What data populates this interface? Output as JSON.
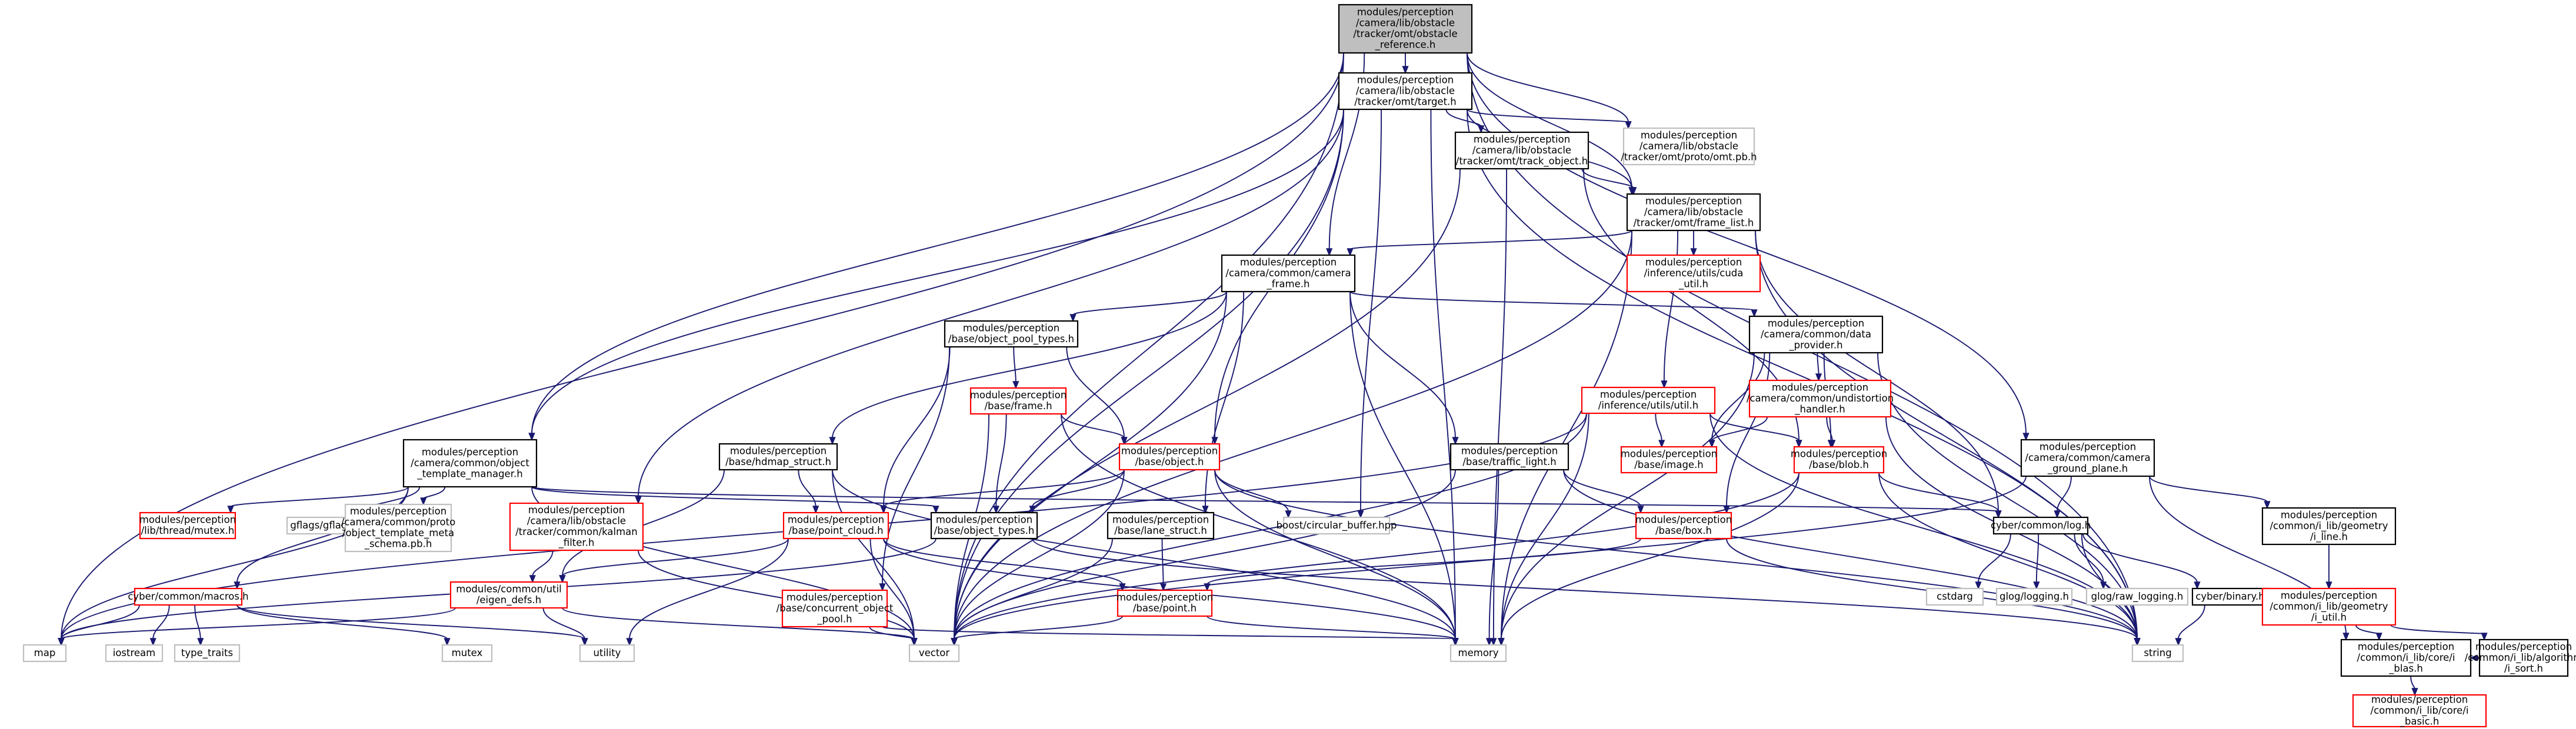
{
  "nodes": [
    {
      "id": "ref",
      "lines": [
        "modules/perception",
        "/camera/lib/obstacle",
        "/tracker/omt/obstacle",
        "_reference.h"
      ],
      "style": "root"
    },
    {
      "id": "target",
      "lines": [
        "modules/perception",
        "/camera/lib/obstacle",
        "/tracker/omt/target.h"
      ],
      "style": "normal"
    },
    {
      "id": "omtpb",
      "lines": [
        "modules/perception",
        "/camera/lib/obstacle",
        "/tracker/omt/proto/omt.pb.h"
      ],
      "style": "gray"
    },
    {
      "id": "trackobj",
      "lines": [
        "modules/perception",
        "/camera/lib/obstacle",
        "/tracker/omt/track_object.h"
      ],
      "style": "normal"
    },
    {
      "id": "framelist",
      "lines": [
        "modules/perception",
        "/camera/lib/obstacle",
        "/tracker/omt/frame_list.h"
      ],
      "style": "normal"
    },
    {
      "id": "cudautil",
      "lines": [
        "modules/perception",
        "/inference/utils/cuda",
        "_util.h"
      ],
      "style": "red"
    },
    {
      "id": "camframe",
      "lines": [
        "modules/perception",
        "/camera/common/camera",
        "_frame.h"
      ],
      "style": "normal"
    },
    {
      "id": "objpool",
      "lines": [
        "modules/perception",
        "/base/object_pool_types.h"
      ],
      "style": "normal"
    },
    {
      "id": "dataprov",
      "lines": [
        "modules/perception",
        "/camera/common/data",
        "_provider.h"
      ],
      "style": "normal"
    },
    {
      "id": "undist",
      "lines": [
        "modules/perception",
        "/camera/common/undistortion",
        "_handler.h"
      ],
      "style": "red"
    },
    {
      "id": "infutil",
      "lines": [
        "modules/perception",
        "/inference/utils/util.h"
      ],
      "style": "red"
    },
    {
      "id": "frame",
      "lines": [
        "modules/perception",
        "/base/frame.h"
      ],
      "style": "red"
    },
    {
      "id": "objtmpl",
      "lines": [
        "modules/perception",
        "/camera/common/object",
        "_template_manager.h"
      ],
      "style": "normal"
    },
    {
      "id": "hdmap",
      "lines": [
        "modules/perception",
        "/base/hdmap_struct.h"
      ],
      "style": "normal"
    },
    {
      "id": "object",
      "lines": [
        "modules/perception",
        "/base/object.h"
      ],
      "style": "red"
    },
    {
      "id": "traffic",
      "lines": [
        "modules/perception",
        "/base/traffic_light.h"
      ],
      "style": "normal"
    },
    {
      "id": "image",
      "lines": [
        "modules/perception",
        "/base/image.h"
      ],
      "style": "red"
    },
    {
      "id": "blob",
      "lines": [
        "modules/perception",
        "/base/blob.h"
      ],
      "style": "red"
    },
    {
      "id": "groundplane",
      "lines": [
        "modules/perception",
        "/camera/common/camera",
        "_ground_plane.h"
      ],
      "style": "normal"
    },
    {
      "id": "mutexh",
      "lines": [
        "modules/perception",
        "/lib/thread/mutex.h"
      ],
      "style": "red"
    },
    {
      "id": "gflags",
      "lines": [
        "gflags/gflags.h"
      ],
      "style": "gray"
    },
    {
      "id": "tmplpb",
      "lines": [
        "modules/perception",
        "/camera/common/proto",
        "/object_template_meta",
        "_schema.pb.h"
      ],
      "style": "gray"
    },
    {
      "id": "kalman",
      "lines": [
        "modules/perception",
        "/camera/lib/obstacle",
        "/tracker/common/kalman",
        "_filter.h"
      ],
      "style": "red"
    },
    {
      "id": "pointcloud",
      "lines": [
        "modules/perception",
        "/base/point_cloud.h"
      ],
      "style": "red"
    },
    {
      "id": "objtypes",
      "lines": [
        "modules/perception",
        "/base/object_types.h"
      ],
      "style": "normal"
    },
    {
      "id": "circbuf",
      "lines": [
        "boost/circular_buffer.hpp"
      ],
      "style": "gray"
    },
    {
      "id": "lanestruct",
      "lines": [
        "modules/perception",
        "/base/lane_struct.h"
      ],
      "style": "normal"
    },
    {
      "id": "box",
      "lines": [
        "modules/perception",
        "/base/box.h"
      ],
      "style": "red"
    },
    {
      "id": "log",
      "lines": [
        "cyber/common/log.h"
      ],
      "style": "normal"
    },
    {
      "id": "lineh",
      "lines": [
        "modules/perception",
        "/common/i_lib/geometry",
        "/i_line.h"
      ],
      "style": "normal"
    },
    {
      "id": "macros",
      "lines": [
        "cyber/common/macros.h"
      ],
      "style": "red"
    },
    {
      "id": "eigendefs",
      "lines": [
        "modules/common/util",
        "/eigen_defs.h"
      ],
      "style": "red"
    },
    {
      "id": "concobj",
      "lines": [
        "modules/perception",
        "/base/concurrent_object",
        "_pool.h"
      ],
      "style": "red"
    },
    {
      "id": "point",
      "lines": [
        "modules/perception",
        "/base/point.h"
      ],
      "style": "red"
    },
    {
      "id": "cstdarg",
      "lines": [
        "cstdarg"
      ],
      "style": "gray"
    },
    {
      "id": "glog",
      "lines": [
        "glog/logging.h"
      ],
      "style": "gray"
    },
    {
      "id": "rawlog",
      "lines": [
        "glog/raw_logging.h"
      ],
      "style": "gray"
    },
    {
      "id": "binary",
      "lines": [
        "cyber/binary.h"
      ],
      "style": "normal"
    },
    {
      "id": "iutil",
      "lines": [
        "modules/perception",
        "/common/i_lib/geometry",
        "/i_util.h"
      ],
      "style": "red"
    },
    {
      "id": "map",
      "lines": [
        "map"
      ],
      "style": "gray"
    },
    {
      "id": "iostream",
      "lines": [
        "iostream"
      ],
      "style": "gray"
    },
    {
      "id": "typetraits",
      "lines": [
        "type_traits"
      ],
      "style": "gray"
    },
    {
      "id": "mutex",
      "lines": [
        "mutex"
      ],
      "style": "gray"
    },
    {
      "id": "utility",
      "lines": [
        "utility"
      ],
      "style": "gray"
    },
    {
      "id": "vector",
      "lines": [
        "vector"
      ],
      "style": "gray"
    },
    {
      "id": "memory",
      "lines": [
        "memory"
      ],
      "style": "gray"
    },
    {
      "id": "string",
      "lines": [
        "string"
      ],
      "style": "gray"
    },
    {
      "id": "iblas",
      "lines": [
        "modules/perception",
        "/common/i_lib/core/i",
        "_blas.h"
      ],
      "style": "normal"
    },
    {
      "id": "isort",
      "lines": [
        "modules/perception",
        "/common/i_lib/algorithm",
        "/i_sort.h"
      ],
      "style": "normal"
    },
    {
      "id": "ibasic",
      "lines": [
        "modules/perception",
        "/common/i_lib/core/i",
        "_basic.h"
      ],
      "style": "red"
    }
  ],
  "edges": [
    [
      "ref",
      "target"
    ],
    [
      "ref",
      "omtpb"
    ],
    [
      "ref",
      "framelist"
    ],
    [
      "ref",
      "camframe"
    ],
    [
      "ref",
      "objtmpl"
    ],
    [
      "ref",
      "groundplane"
    ],
    [
      "ref",
      "map"
    ],
    [
      "ref",
      "vector"
    ],
    [
      "ref",
      "string"
    ],
    [
      "target",
      "omtpb"
    ],
    [
      "target",
      "trackobj"
    ],
    [
      "target",
      "framelist"
    ],
    [
      "target",
      "objtmpl"
    ],
    [
      "target",
      "kalman"
    ],
    [
      "target",
      "object"
    ],
    [
      "target",
      "circbuf"
    ],
    [
      "target",
      "vector"
    ],
    [
      "target",
      "memory"
    ],
    [
      "target",
      "string"
    ],
    [
      "trackobj",
      "framelist"
    ],
    [
      "trackobj",
      "blob"
    ],
    [
      "trackobj",
      "vector"
    ],
    [
      "trackobj",
      "memory"
    ],
    [
      "framelist",
      "cudautil"
    ],
    [
      "framelist",
      "camframe"
    ],
    [
      "framelist",
      "infutil"
    ],
    [
      "framelist",
      "log"
    ],
    [
      "framelist",
      "vector"
    ],
    [
      "framelist",
      "memory"
    ],
    [
      "framelist",
      "string"
    ],
    [
      "camframe",
      "objpool"
    ],
    [
      "camframe",
      "dataprov"
    ],
    [
      "camframe",
      "hdmap"
    ],
    [
      "camframe",
      "traffic"
    ],
    [
      "camframe",
      "lanestruct"
    ],
    [
      "camframe",
      "vector"
    ],
    [
      "camframe",
      "memory"
    ],
    [
      "objpool",
      "frame"
    ],
    [
      "objpool",
      "object"
    ],
    [
      "objpool",
      "pointcloud"
    ],
    [
      "objpool",
      "concobj"
    ],
    [
      "dataprov",
      "undist"
    ],
    [
      "dataprov",
      "image"
    ],
    [
      "dataprov",
      "blob"
    ],
    [
      "dataprov",
      "box"
    ],
    [
      "dataprov",
      "memory"
    ],
    [
      "dataprov",
      "string"
    ],
    [
      "undist",
      "image"
    ],
    [
      "undist",
      "blob"
    ],
    [
      "undist",
      "string"
    ],
    [
      "infutil",
      "image"
    ],
    [
      "infutil",
      "blob"
    ],
    [
      "infutil",
      "map"
    ],
    [
      "infutil",
      "vector"
    ],
    [
      "infutil",
      "memory"
    ],
    [
      "infutil",
      "string"
    ],
    [
      "frame",
      "object"
    ],
    [
      "frame",
      "objtypes"
    ],
    [
      "frame",
      "vector"
    ],
    [
      "frame",
      "memory"
    ],
    [
      "objtmpl",
      "mutexh"
    ],
    [
      "objtmpl",
      "gflags"
    ],
    [
      "objtmpl",
      "tmplpb"
    ],
    [
      "objtmpl",
      "macros"
    ],
    [
      "objtmpl",
      "objtypes"
    ],
    [
      "objtmpl",
      "log"
    ],
    [
      "objtmpl",
      "map"
    ],
    [
      "objtmpl",
      "vector"
    ],
    [
      "hdmap",
      "pointcloud"
    ],
    [
      "hdmap",
      "eigendefs"
    ],
    [
      "hdmap",
      "vector"
    ],
    [
      "hdmap",
      "memory"
    ],
    [
      "object",
      "pointcloud"
    ],
    [
      "object",
      "objtypes"
    ],
    [
      "object",
      "circbuf"
    ],
    [
      "object",
      "vector"
    ],
    [
      "object",
      "string"
    ],
    [
      "object",
      "memory"
    ],
    [
      "traffic",
      "box"
    ],
    [
      "traffic",
      "vector"
    ],
    [
      "traffic",
      "memory"
    ],
    [
      "traffic",
      "string"
    ],
    [
      "blob",
      "log"
    ],
    [
      "blob",
      "vector"
    ],
    [
      "blob",
      "memory"
    ],
    [
      "blob",
      "string"
    ],
    [
      "groundplane",
      "log"
    ],
    [
      "groundplane",
      "lineh"
    ],
    [
      "groundplane",
      "vector"
    ],
    [
      "groundplane",
      "iblas"
    ],
    [
      "kalman",
      "eigendefs"
    ],
    [
      "kalman",
      "vector"
    ],
    [
      "pointcloud",
      "eigendefs"
    ],
    [
      "pointcloud",
      "point"
    ],
    [
      "pointcloud",
      "vector"
    ],
    [
      "pointcloud",
      "memory"
    ],
    [
      "pointcloud",
      "utility"
    ],
    [
      "objtypes",
      "map"
    ],
    [
      "objtypes",
      "string"
    ],
    [
      "lanestruct",
      "point"
    ],
    [
      "lanestruct",
      "vector"
    ],
    [
      "box",
      "point"
    ],
    [
      "box",
      "string"
    ],
    [
      "log",
      "cstdarg"
    ],
    [
      "log",
      "glog"
    ],
    [
      "log",
      "rawlog"
    ],
    [
      "log",
      "binary"
    ],
    [
      "log",
      "string"
    ],
    [
      "lineh",
      "iutil"
    ],
    [
      "iutil",
      "iblas"
    ],
    [
      "iutil",
      "isort"
    ],
    [
      "macros",
      "iostream"
    ],
    [
      "macros",
      "typetraits"
    ],
    [
      "macros",
      "mutex"
    ],
    [
      "macros",
      "utility"
    ],
    [
      "macros",
      "map"
    ],
    [
      "eigendefs",
      "map"
    ],
    [
      "eigendefs",
      "utility"
    ],
    [
      "eigendefs",
      "vector"
    ],
    [
      "concobj",
      "vector"
    ],
    [
      "concobj",
      "memory"
    ],
    [
      "point",
      "vector"
    ],
    [
      "point",
      "memory"
    ],
    [
      "binary",
      "string"
    ],
    [
      "iblas",
      "ibasic"
    ],
    [
      "isort",
      "iblas"
    ]
  ],
  "colors": {
    "edge": "#191970",
    "root_fill": "#bfbfbf",
    "red_border": "#ff0000",
    "gray_border": "#bfbfbf",
    "normal_border": "#000000"
  }
}
